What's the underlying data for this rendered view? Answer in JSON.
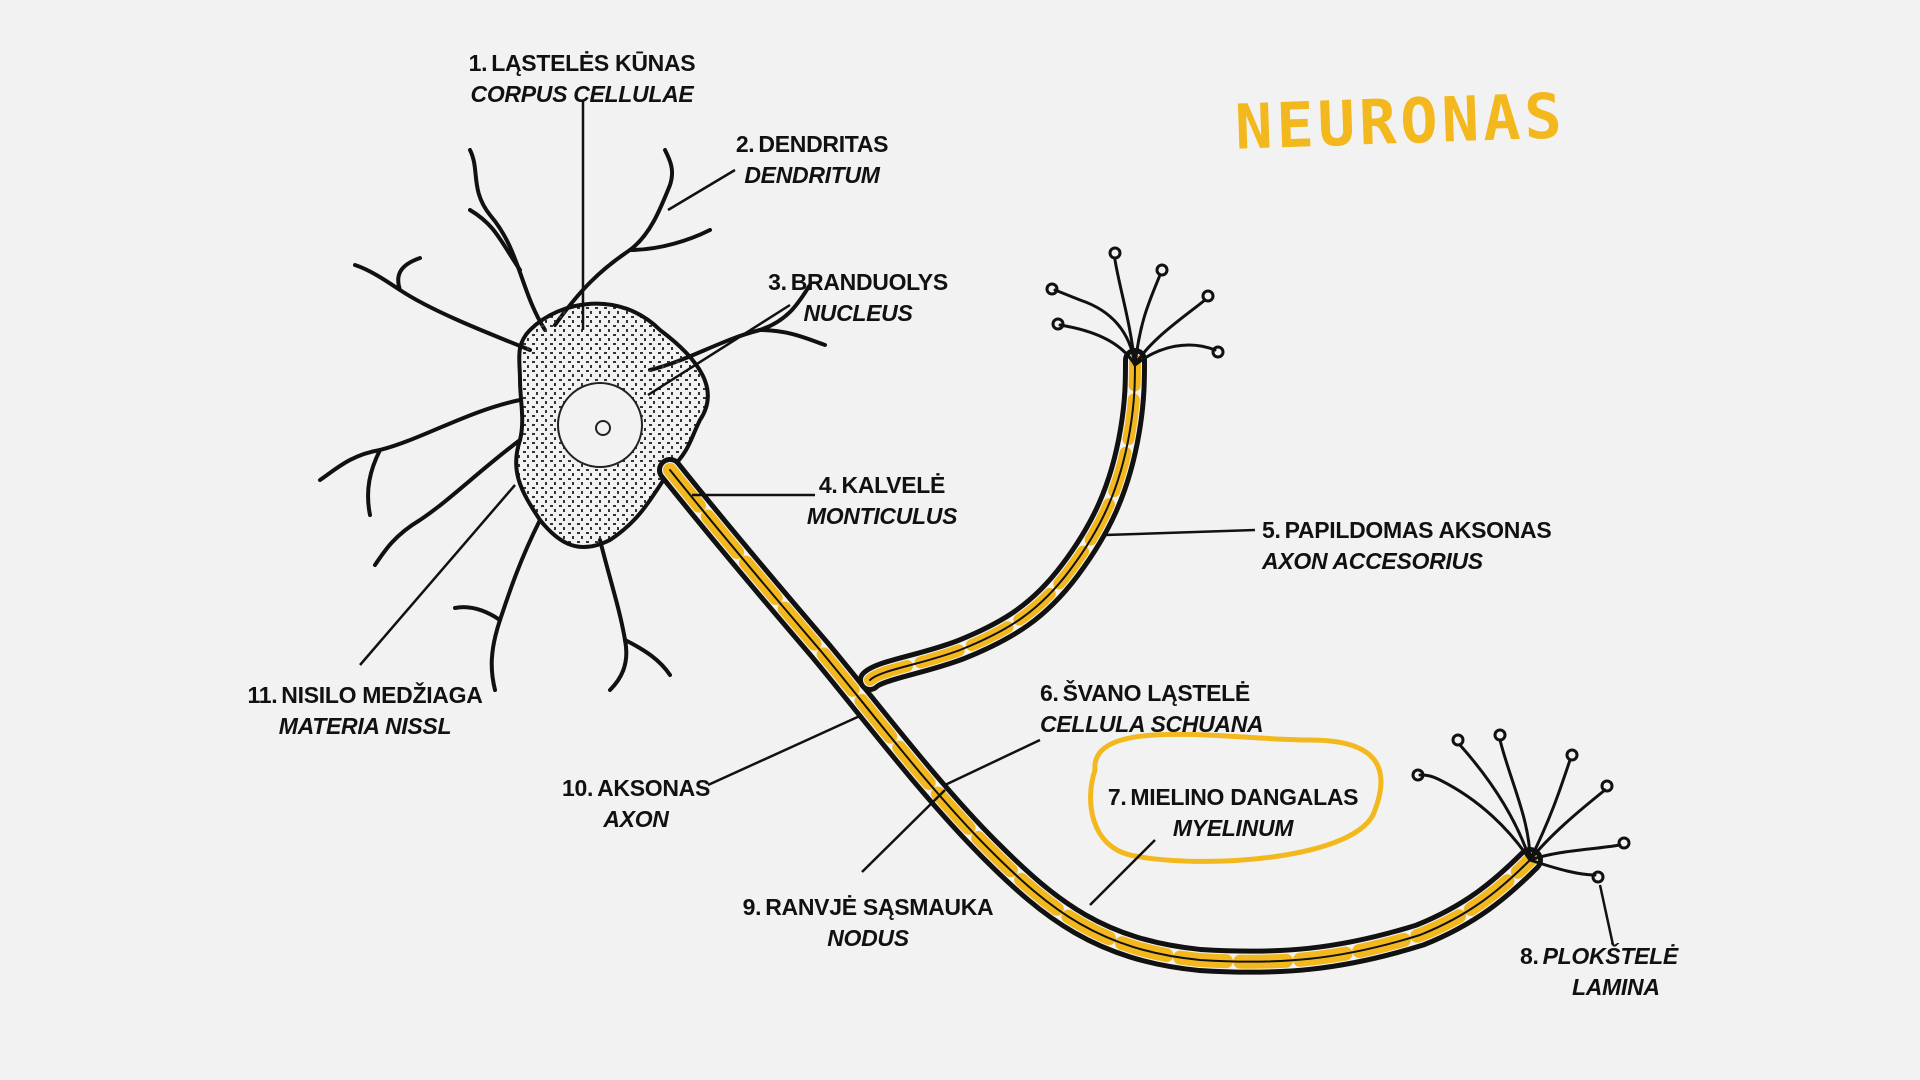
{
  "title": "NEURONAS",
  "colors": {
    "background": "#f2f2f2",
    "ink": "#111111",
    "myelin_highlight": "#f2b81d"
  },
  "labels": [
    {
      "id": "l1",
      "num": "1.",
      "lt": "LĄSTELĖS KŪNAS",
      "la": "CORPUS CELLULAE"
    },
    {
      "id": "l2",
      "num": "2.",
      "lt": "DENDRITAS",
      "la": "DENDRITUM"
    },
    {
      "id": "l3",
      "num": "3.",
      "lt": "BRANDUOLYS",
      "la": "NUCLEUS"
    },
    {
      "id": "l4",
      "num": "4.",
      "lt": "KALVELĖ",
      "la": "MONTICULUS"
    },
    {
      "id": "l5",
      "num": "5.",
      "lt": "PAPILDOMAS AKSONAS",
      "la": "AXON ACCESORIUS"
    },
    {
      "id": "l6",
      "num": "6.",
      "lt": "ŠVANO LĄSTELĖ",
      "la": "CELLULA SCHUANA"
    },
    {
      "id": "l7",
      "num": "7.",
      "lt": "MIELINO DANGALAS",
      "la": "MYELINUM"
    },
    {
      "id": "l8",
      "num": "8.",
      "lt": "PLOKŠTELĖ",
      "la": "LAMINA"
    },
    {
      "id": "l9",
      "num": "9.",
      "lt": "RANVJĖ SĄSMAUKA",
      "la": "NODUS"
    },
    {
      "id": "l10",
      "num": "10.",
      "lt": "AKSONAS",
      "la": "AXON"
    },
    {
      "id": "l11",
      "num": "11.",
      "lt": "NISILO MEDŽIAGA",
      "la": "MATERIA NISSL"
    }
  ]
}
